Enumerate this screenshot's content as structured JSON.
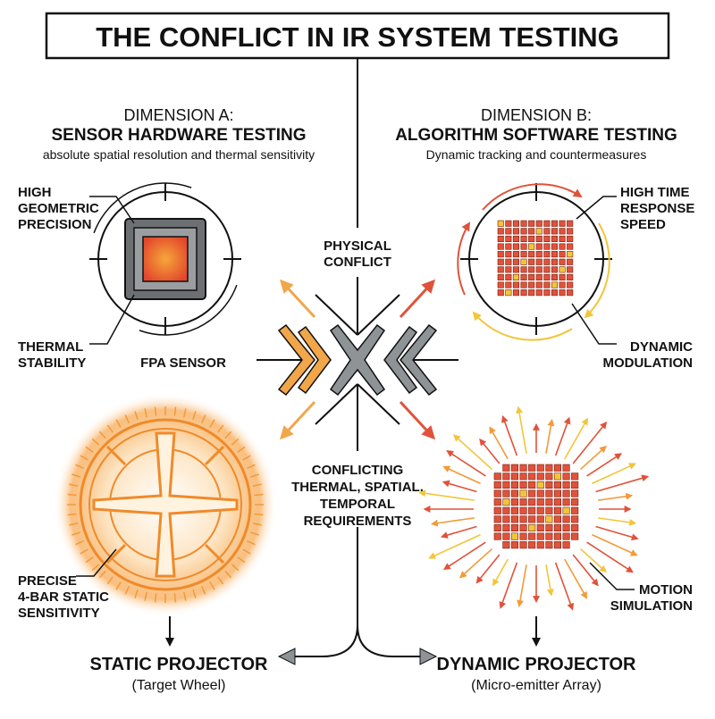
{
  "title": "THE CONFLICT IN IR SYSTEM TESTING",
  "dimension_a": {
    "kicker": "DIMENSION A:",
    "heading": "SENSOR HARDWARE TESTING",
    "subtitle": "absolute spatial resolution and thermal sensitivity",
    "labels": {
      "precision": [
        "HIGH",
        "GEOMETRIC",
        "PRECISION"
      ],
      "stability": [
        "THERMAL",
        "STABILITY"
      ],
      "sensor": "FPA SENSOR",
      "four_bar": [
        "PRECISE",
        "4-BAR STATIC",
        "SENSITIVITY"
      ]
    },
    "output_title": "STATIC PROJECTOR",
    "output_sub": "(Target Wheel)"
  },
  "dimension_b": {
    "kicker": "DIMENSION B:",
    "heading": "ALGORITHM SOFTWARE TESTING",
    "subtitle": "Dynamic tracking and countermeasures",
    "labels": {
      "response": [
        "HIGH TIME",
        "RESPONSE",
        "SPEED"
      ],
      "modulation": [
        "DYNAMIC",
        "MODULATION"
      ],
      "motion": [
        "MOTION",
        "SIMULATION"
      ]
    },
    "output_title": "DYNAMIC PROJECTOR",
    "output_sub": "(Micro-emitter Array)"
  },
  "center": {
    "top": [
      "PHYSICAL",
      "CONFLICT"
    ],
    "bottom": [
      "CONFLICTING",
      "THERMAL, SPATIAL,",
      "TEMPORAL",
      "REQUIREMENTS"
    ]
  },
  "colors": {
    "orange": "#f29a3a",
    "red": "#e0523a",
    "yellow": "#f2c53a",
    "gray": "#8e9396",
    "ink": "#111111"
  }
}
